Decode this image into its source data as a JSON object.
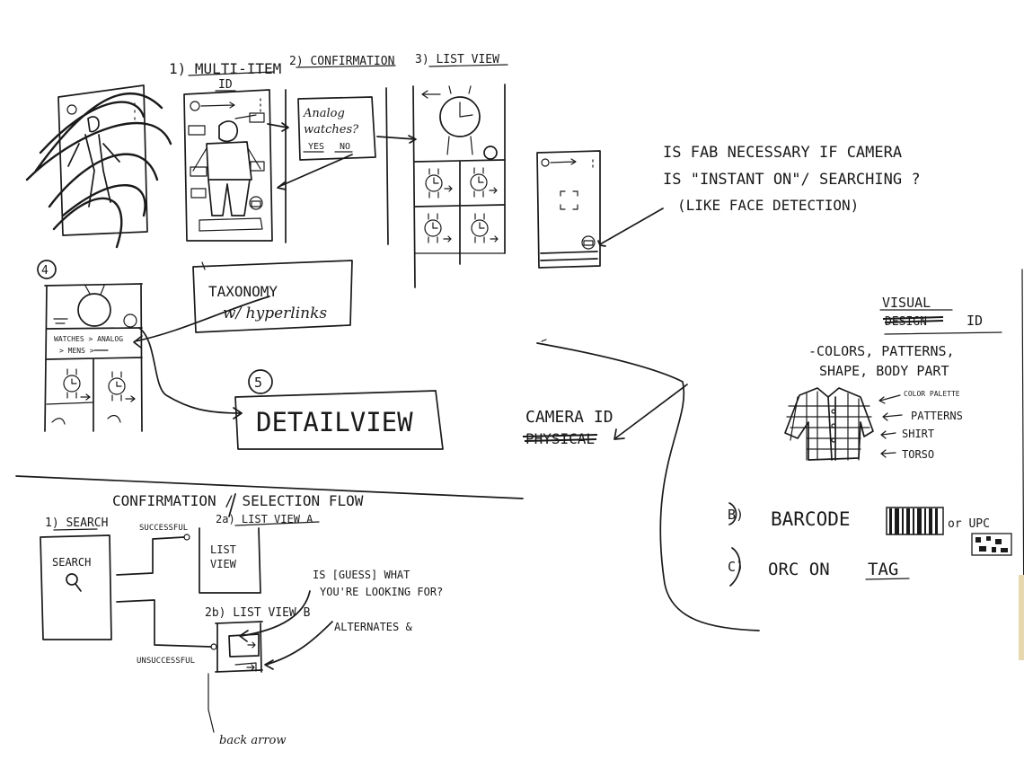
{
  "top_sketches": {
    "step1_title": "1) MULTI-ITEM",
    "step1_title_line2": "ID",
    "step2_title": "2) CONFIRMATION",
    "step3_title": "3) LIST VIEW",
    "confirm_line1": "Analog",
    "confirm_line2": "watches?",
    "confirm_yes": "YES",
    "confirm_no": "NO",
    "step4_label": "4",
    "breadcrumb_line1": "WATCHES > ANALOG",
    "breadcrumb_line2": "> MENS >",
    "taxonomy_line1": "TAXONOMY",
    "taxonomy_line2": "w/ hyperlinks",
    "step5_label": "5",
    "detail_view": "DETAILVIEW"
  },
  "fab_note": {
    "line1": "IS FAB NECESSARY IF CAMERA",
    "line2": "IS \"INSTANT ON\"/ SEARCHING ?",
    "line3": "(LIKE FACE DETECTION)"
  },
  "visual_id": {
    "heading": "VISUAL",
    "heading_struck": "DESIGN",
    "heading_suffix": "ID",
    "attributes_line1": "-COLORS, PATTERNS,",
    "attributes_line2": "SHAPE, BODY PART",
    "callouts": [
      "COLOR PALETTE",
      "PATTERNS",
      "SHIRT",
      "TORSO"
    ]
  },
  "camera_id": {
    "label": "CAMERA ID",
    "struck": "PHYSICAL"
  },
  "options": [
    {
      "letter": "B)",
      "text": "BARCODE",
      "suffix": "or UPC"
    },
    {
      "letter": "C)",
      "text": "ORC ON",
      "underlined": "TAG"
    }
  ],
  "flow": {
    "title": "CONFIRMATION / SELECTION FLOW",
    "search_step": "1) SEARCH",
    "search_box_line1": "SEARCH",
    "successful": "SUCCESSFUL",
    "unsuccessful": "UNSUCCESSFUL",
    "list_a_label": "2a) LIST VIEW A",
    "list_box_line1": "LIST",
    "list_box_line2": "VIEW",
    "list_b_label": "2b) LIST VIEW B",
    "question_line1": "IS [GUESS] WHAT",
    "question_line2": "YOU'RE LOOKING FOR?",
    "alternates": "ALTERNATES &",
    "back_arrow": "back arrow"
  }
}
